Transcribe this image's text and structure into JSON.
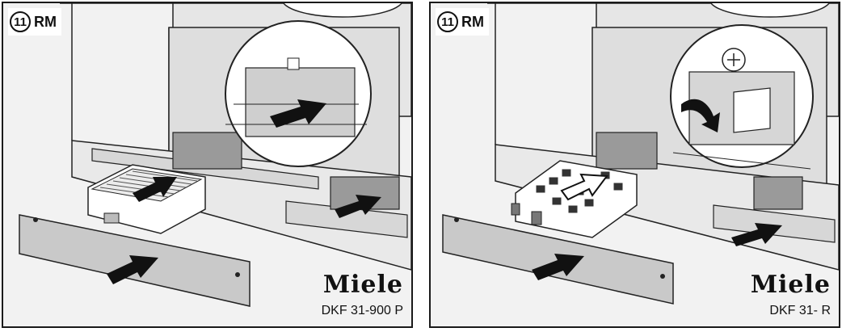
{
  "panels": [
    {
      "step": "11",
      "tag": "RM",
      "brand": "Miele",
      "model": "DKF 31-900 P"
    },
    {
      "step": "11",
      "tag": "RM",
      "brand": "Miele",
      "model": "DKF 31- R"
    }
  ]
}
